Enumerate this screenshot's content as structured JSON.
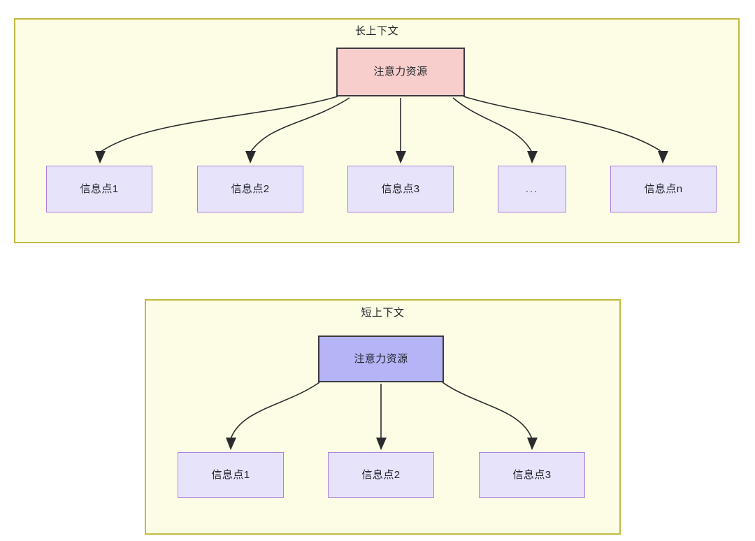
{
  "diagram": {
    "title_long": "长上下文",
    "title_short": "短上下文",
    "colors": {
      "frame_fill": "#fdfde5",
      "frame_border": "#c3b93f",
      "source_long_fill": "#f8cecc",
      "source_short_fill": "#b4b4f6",
      "source_border": "#3b3b40",
      "leaf_fill": "#e7e3fb",
      "leaf_border": "#a97fe3",
      "edge": "#2b2b2f",
      "text": "#1f2329"
    },
    "long_context": {
      "group_label": "长上下文",
      "source": {
        "label": "注意力资源"
      },
      "leaves": [
        {
          "label": "信息点1"
        },
        {
          "label": "信息点2"
        },
        {
          "label": "信息点3"
        },
        {
          "label": "..."
        },
        {
          "label": "信息点n"
        }
      ]
    },
    "short_context": {
      "group_label": "短上下文",
      "source": {
        "label": "注意力资源"
      },
      "leaves": [
        {
          "label": "信息点1"
        },
        {
          "label": "信息点2"
        },
        {
          "label": "信息点3"
        }
      ]
    }
  }
}
